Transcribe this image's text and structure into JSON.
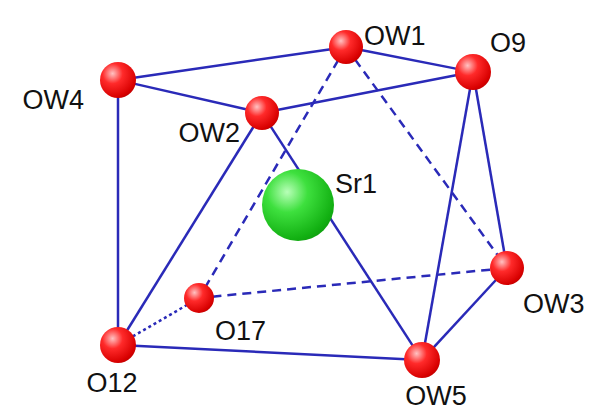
{
  "diagram": {
    "nodes": [
      {
        "text": [
          "OW1"
        ]
      },
      {
        "text": [
          "O9"
        ]
      },
      {
        "text": [
          "OW4"
        ]
      },
      {
        "text": [
          "OW2"
        ]
      },
      {
        "text": [
          "Sr1"
        ]
      },
      {
        "text": [
          "OW3"
        ]
      },
      {
        "text": [
          "O17"
        ]
      },
      {
        "text": [
          "O12"
        ]
      },
      {
        "text": [
          "OW5"
        ]
      }
    ],
    "edges": [
      {
        "from": 2,
        "to": 0,
        "arrow": "none"
      },
      {
        "from": 0,
        "to": 1,
        "arrow": "none"
      },
      {
        "from": 2,
        "to": 3,
        "arrow": "none"
      },
      {
        "from": 3,
        "to": 1,
        "arrow": "none"
      },
      {
        "from": 2,
        "to": 7,
        "arrow": "none"
      },
      {
        "from": 3,
        "to": 7,
        "arrow": "none"
      },
      {
        "from": 3,
        "to": 8,
        "arrow": "none"
      },
      {
        "from": 1,
        "to": 8,
        "arrow": "none"
      },
      {
        "from": 1,
        "to": 5,
        "arrow": "none"
      },
      {
        "from": 5,
        "to": 8,
        "arrow": "none"
      },
      {
        "from": 7,
        "to": 8,
        "arrow": "none"
      },
      {
        "from": 0,
        "to": 6,
        "arrow": "none"
      },
      {
        "from": 0,
        "to": 5,
        "arrow": "none"
      },
      {
        "from": 6,
        "to": 5,
        "arrow": "none"
      },
      {
        "from": 6,
        "to": 7,
        "arrow": "none"
      }
    ]
  }
}
